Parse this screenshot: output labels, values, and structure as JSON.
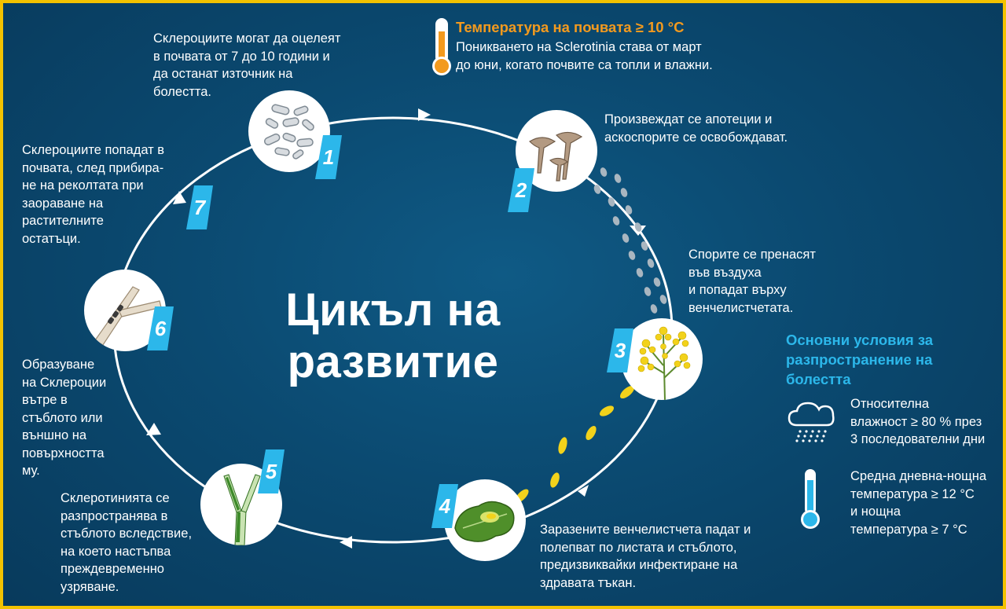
{
  "title": "Цикъл на\nразвитие",
  "soil": {
    "heading": "Температура на почвата ≥ 10 °C",
    "text": "Поникването на Sclerotinia става от март\nдо юни, когато почвите са топли и влажни."
  },
  "stages": [
    {
      "number": "1",
      "text": "Склероциите могат да оцелеят\nв почвата от 7 до 10 години и\nда останат източник на\nболестта."
    },
    {
      "number": "2",
      "text": "Произвеждат се апотеции и\nаскоспорите се освобождават."
    },
    {
      "number": "3",
      "text": "Спорите се пренасят\nвъв въздуха\nи попадат върху\nвенчелистчетата."
    },
    {
      "number": "4",
      "text": "Заразените венчелистчета падат и\nполепват по листата и стъблото,\nпредизвиквайки инфектиране на\nздравата тъкан."
    },
    {
      "number": "5",
      "text": "Склеротинията се\nразпространява в\nстъблото вследствие,\nна което настъпва\nпреждевременно\nузряване."
    },
    {
      "number": "6",
      "text": "Образуване\nна Склероции\nвътре в\nстъблото или\nвъншно на\nповърхността\nму."
    },
    {
      "number": "7",
      "text": "Склероциите попадат в\nпочвата, след прибира-\nне на реколтата при\nзаораване на\nрастителните\nостатъци."
    }
  ],
  "conditions": {
    "heading": "Основни условия за\nразпространение на\nболестта",
    "humidity": "Относителна\nвлажност ≥ 80 % през\n3 последователни дни",
    "temperature": "Средна дневна-нощна\nтемпература ≥ 12 °C\nи нощна\nтемпература ≥ 7 °C"
  },
  "icons": {
    "soil": "thermometer-orange-icon",
    "humidity": "rain-cloud-icon",
    "temperature": "thermometer-blue-icon"
  },
  "colors": {
    "border": "#f3c200",
    "background": "#0b4a71",
    "accent_blue": "#2cb7ea",
    "accent_orange": "#f39a1e",
    "petal_yellow": "#f2d21b"
  }
}
